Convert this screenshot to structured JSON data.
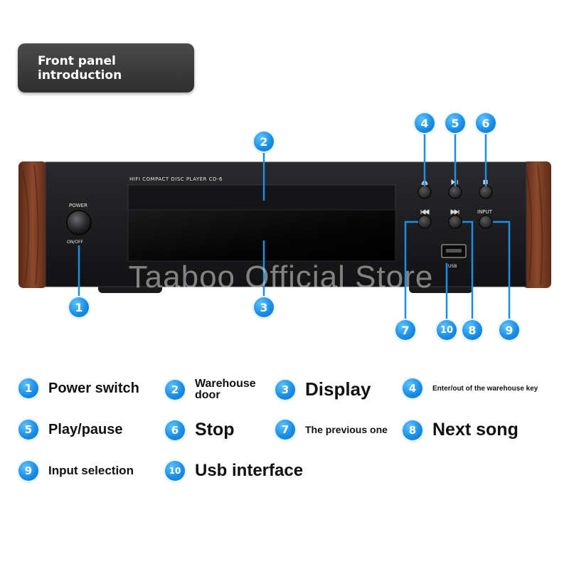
{
  "title": "Front panel introduction",
  "device": {
    "model_label": "HIFI COMPACT DISC PLAYER CD-6",
    "power_label": "POWER",
    "on_off_label": "ON/OFF",
    "input_label": "INPUT",
    "usb_label": "USB",
    "watermark": "Taaboo Official Store"
  },
  "markers": [
    "1",
    "2",
    "3",
    "4",
    "5",
    "6",
    "7",
    "10",
    "8",
    "9"
  ],
  "legend": [
    {
      "num": "1",
      "label": "Power switch"
    },
    {
      "num": "2",
      "label": "Warehouse door"
    },
    {
      "num": "3",
      "label": "Display"
    },
    {
      "num": "4",
      "label": "Enter/out of the warehouse key"
    },
    {
      "num": "5",
      "label": "Play/pause"
    },
    {
      "num": "6",
      "label": "Stop"
    },
    {
      "num": "7",
      "label": "The previous one"
    },
    {
      "num": "8",
      "label": "Next song"
    },
    {
      "num": "9",
      "label": "Input selection"
    },
    {
      "num": "10",
      "label": "Usb interface"
    }
  ],
  "colors": {
    "marker_blue": "#1a8fe8",
    "wood": "#7a3b22",
    "panel": "#1c1c1e"
  }
}
